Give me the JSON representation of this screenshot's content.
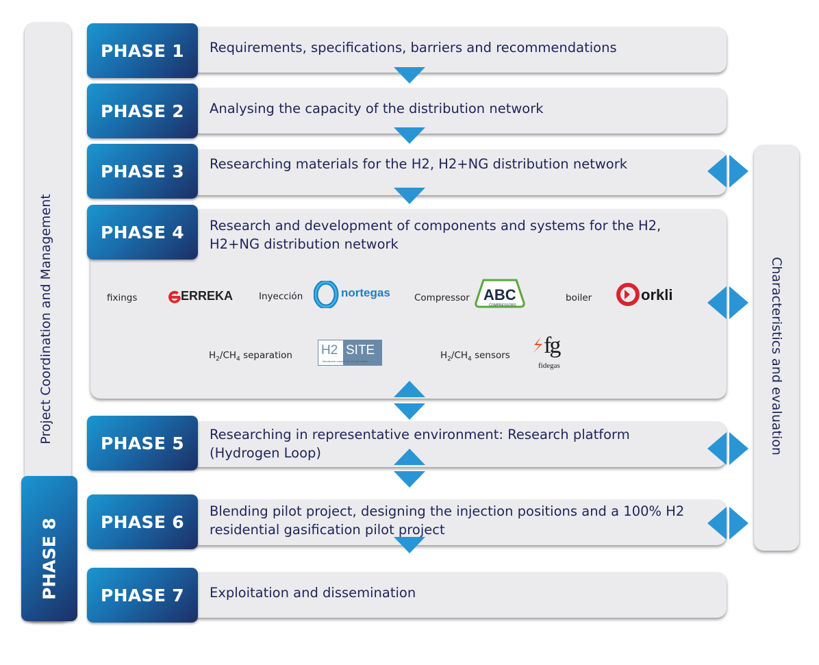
{
  "left_bar": {
    "label": "Project Coordination and Management"
  },
  "right_bar": {
    "label": "Characteristics and evaluation"
  },
  "phase8": {
    "label": "PHASE 8"
  },
  "phases": [
    {
      "label": "PHASE 1",
      "text": "Requirements, specifications, barriers and recommendations"
    },
    {
      "label": "PHASE 2",
      "text": "Analysing the capacity of the distribution network"
    },
    {
      "label": "PHASE 3",
      "text": "Researching materials for the H2, H2+NG distribution network"
    },
    {
      "label": "PHASE 4",
      "text_line1": "Research and development of components and systems for the H2,",
      "text_line2": "H2+NG distribution network"
    },
    {
      "label": "PHASE 5",
      "text_line1": "Researching in representative environment: Research platform",
      "text_line2": "(Hydrogen Loop)"
    },
    {
      "label": "PHASE 6",
      "text_line1": "Blending pilot project, designing the injection positions and a 100% H2",
      "text_line2": "residential gasification pilot project"
    },
    {
      "label": "PHASE 7",
      "text": "Exploitation and dissemination"
    }
  ],
  "components": {
    "fixings": "fixings",
    "injection": "Inyección",
    "compressor": "Compressor",
    "boiler": "boiler",
    "separation": "separation",
    "sensors": "sensors",
    "h2": "H",
    "ch4": "CH",
    "sub2": "2",
    "sub4": "4",
    "slash": "/"
  },
  "logos": {
    "erreka": "ERREKA",
    "nortegas": "nortegas",
    "abc": "ABC",
    "abc_sub": "COMPRESSORS",
    "orkli": "orkli",
    "h2site_a": "H2",
    "h2site_b": "SITE",
    "h2site_tag": "Membrane reactors for H2 generation",
    "fidegas_mark": "fg",
    "fidegas": "fidegas"
  },
  "colors": {
    "accent_blue": "#2a95d4",
    "navy_text": "#1e2456",
    "panel_grey": "#ebebee",
    "erreka_red": "#e3262c",
    "nortegas_blue": "#1d7fc0",
    "abc_green": "#5aa83c",
    "orkli_red": "#d7262e",
    "h2site_slate": "#6a8aa8",
    "fidegas_orange": "#e4572e"
  }
}
